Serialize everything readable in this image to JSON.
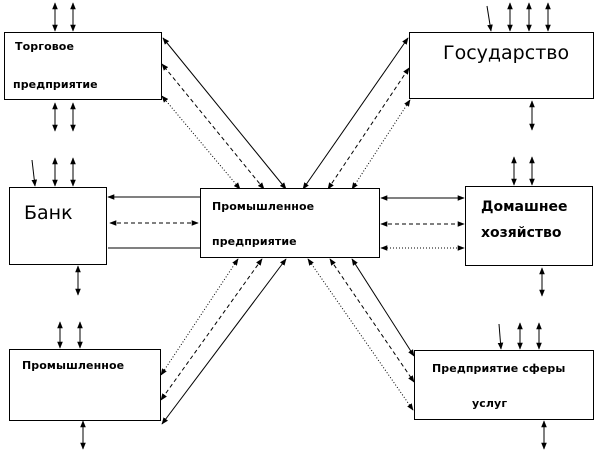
{
  "nodes": {
    "trade": {
      "line1": "Торговое",
      "line2": "предприятие"
    },
    "state": {
      "label": "Государство"
    },
    "bank": {
      "label": "Банк"
    },
    "industrial_center": {
      "line1": "Промышленное",
      "line2": "предприятие"
    },
    "household": {
      "line1": "Домашнее",
      "line2": "хозяйство"
    },
    "industrial": {
      "label": "Промышленное"
    },
    "services": {
      "line1": "Предприятие сферы",
      "line2": "услуг"
    }
  },
  "line_styles": [
    "solid",
    "dashed",
    "dotted"
  ],
  "stroke_color": "#000000"
}
